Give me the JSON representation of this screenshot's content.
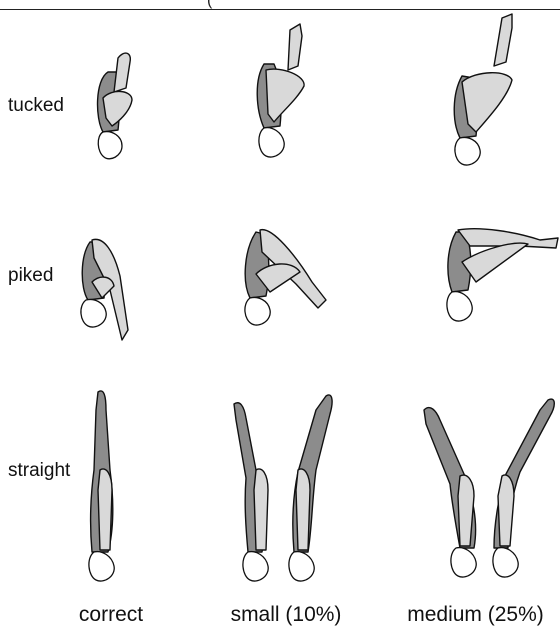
{
  "top_fragment": "(",
  "rows": [
    {
      "key": "tucked",
      "label": "tucked"
    },
    {
      "key": "piked",
      "label": "piked"
    },
    {
      "key": "straight",
      "label": "straight"
    }
  ],
  "columns": [
    {
      "key": "correct",
      "label": "correct"
    },
    {
      "key": "small",
      "label": "small (10%)"
    },
    {
      "key": "medium",
      "label": "medium (25%)"
    }
  ],
  "colors": {
    "dark_limb": "#8c8c8c",
    "light_limb": "#d9d9d9",
    "outline": "#111111"
  }
}
